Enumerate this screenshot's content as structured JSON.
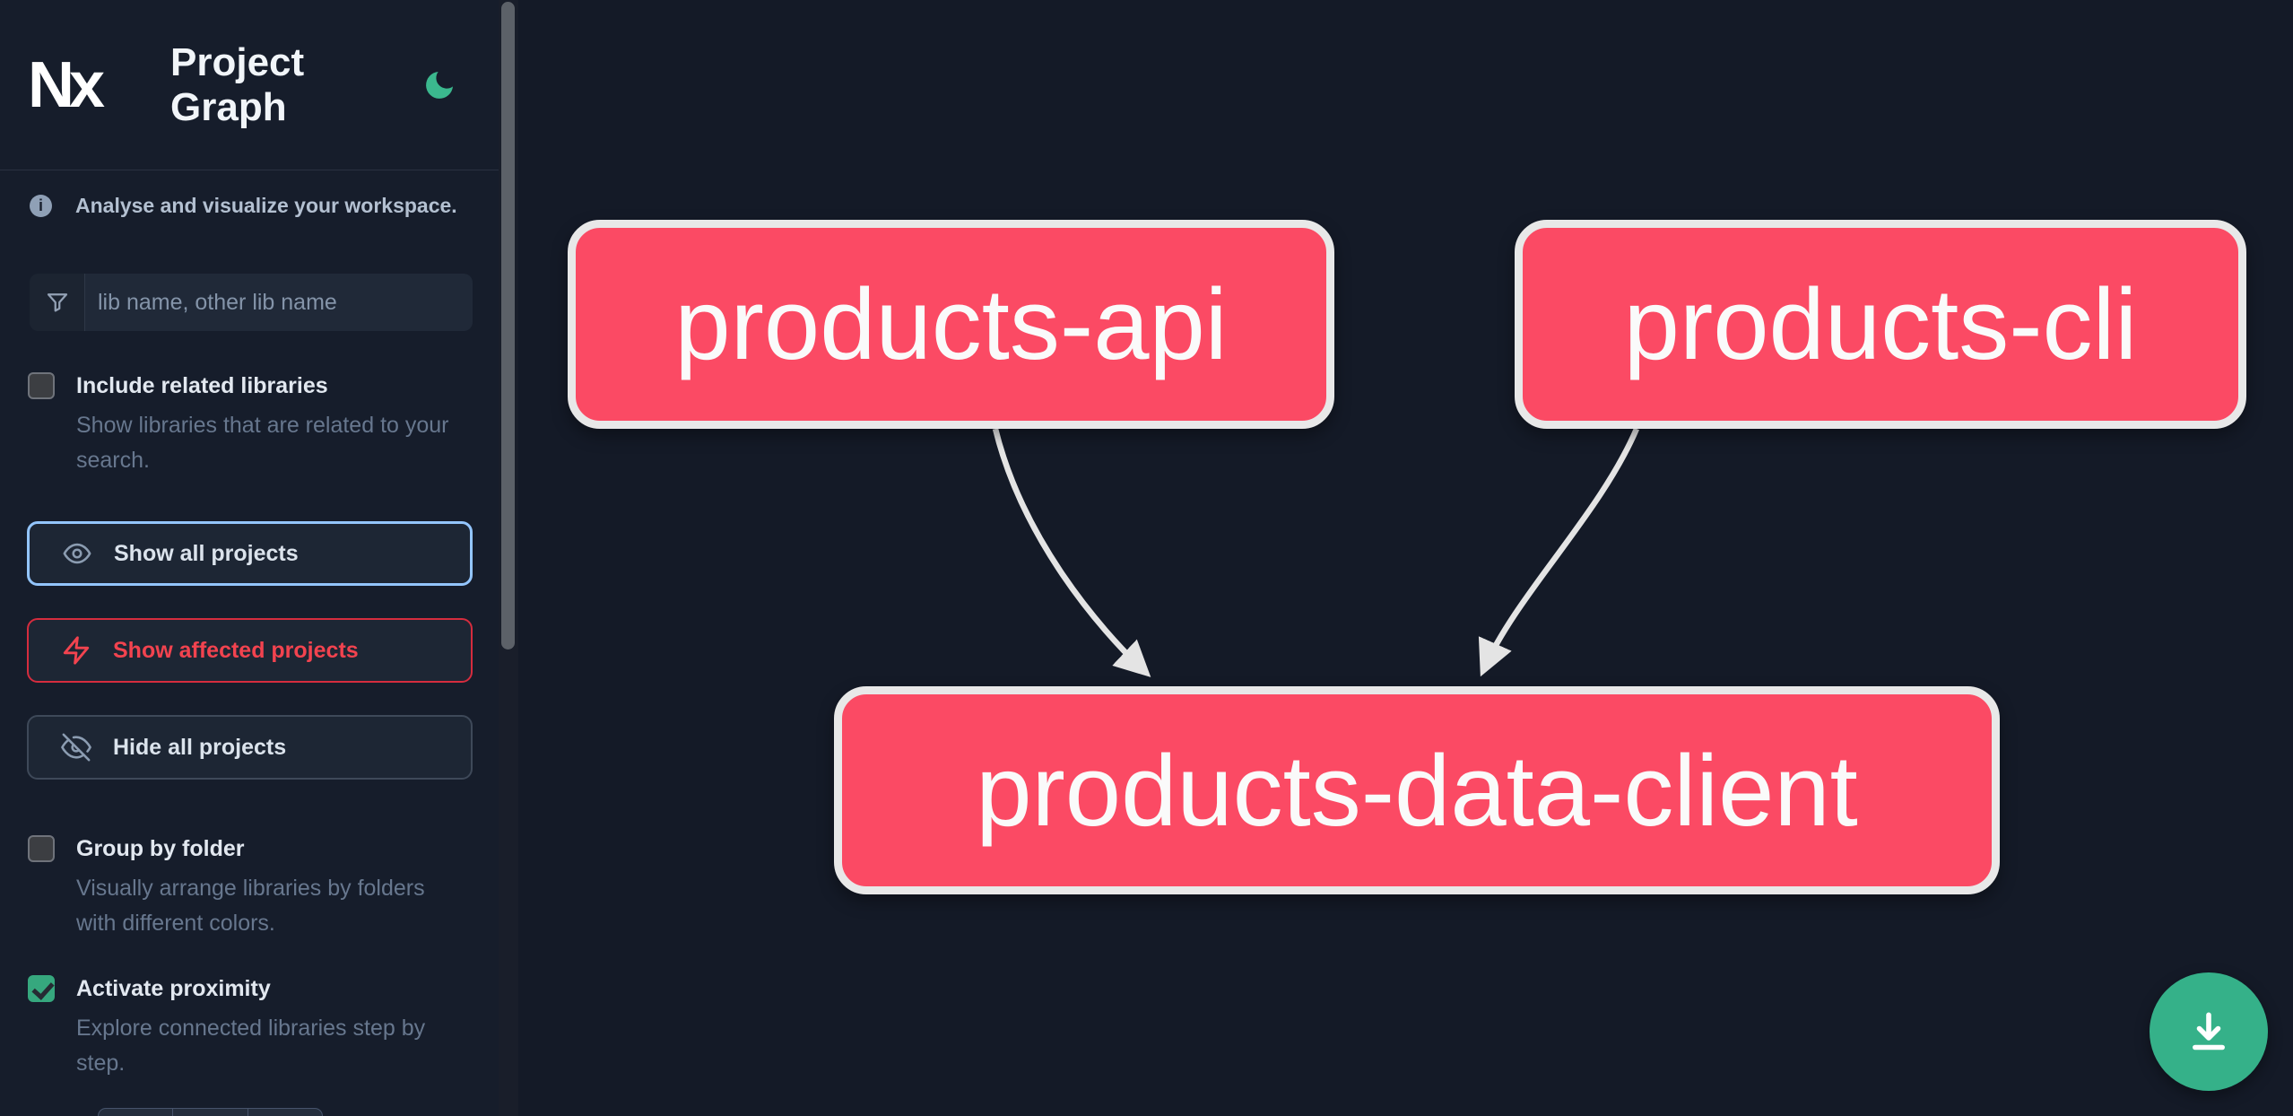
{
  "header": {
    "logo_text": "Nx",
    "title": "Project Graph"
  },
  "sidebar": {
    "tagline": "Analyse and visualize your workspace.",
    "info_glyph": "i",
    "search": {
      "placeholder": "lib name, other lib name"
    },
    "include_related": {
      "label": "Include related libraries",
      "description": "Show libraries that are related to your search.",
      "checked": false
    },
    "actions": {
      "show_all": {
        "label": "Show all projects"
      },
      "show_affected": {
        "label": "Show affected projects"
      },
      "hide_all": {
        "label": "Hide all projects"
      }
    },
    "group_by_folder": {
      "label": "Group by folder",
      "description": "Visually arrange libraries by folders with different colors.",
      "checked": false
    },
    "activate_proximity": {
      "label": "Activate proximity",
      "description": "Explore connected libraries step by step.",
      "checked": true
    }
  },
  "graph": {
    "nodes": [
      {
        "id": "products-api",
        "label": "products-api",
        "color": "#fb4a64"
      },
      {
        "id": "products-cli",
        "label": "products-cli",
        "color": "#fb4a64"
      },
      {
        "id": "products-data-client",
        "label": "products-data-client",
        "color": "#fb4a64"
      }
    ],
    "edges": [
      {
        "source": "products-api",
        "target": "products-data-client"
      },
      {
        "source": "products-cli",
        "target": "products-data-client"
      }
    ]
  },
  "fab": {
    "icon": "download-icon"
  },
  "colors": {
    "canvas_bg": "#141a27",
    "sidebar_bg": "#161d2b",
    "node_fill": "#fb4a64",
    "node_border": "#e8e8e8",
    "edge": "#e4e4e4",
    "accent_green": "#36a87e",
    "moon_green": "#3bb88e",
    "fab_green": "#35b189",
    "focus_blue": "#93c5fd",
    "affected_red": "#f2434f"
  }
}
